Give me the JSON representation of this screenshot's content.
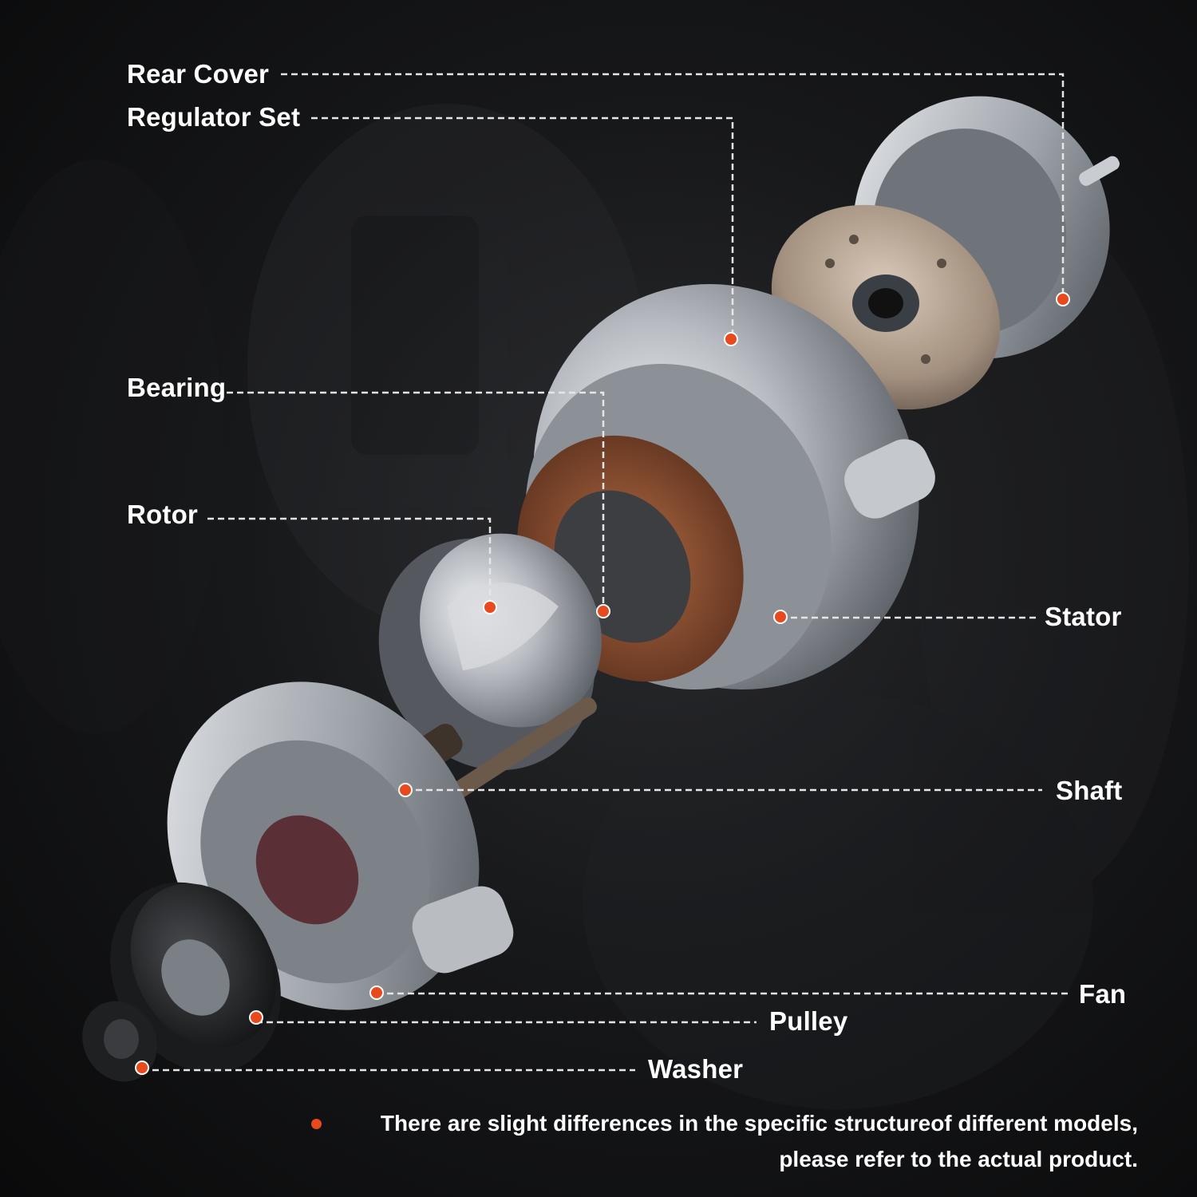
{
  "colors": {
    "accent": "#e8491d",
    "line": "#e6e6e6",
    "text": "#ffffff"
  },
  "labels": {
    "rear_cover": "Rear Cover",
    "regulator_set": "Regulator Set",
    "bearing": "Bearing",
    "rotor": "Rotor",
    "stator": "Stator",
    "shaft": "Shaft",
    "fan": "Fan",
    "pulley": "Pulley",
    "washer": "Washer"
  },
  "note": {
    "line1": "There are slight differences in the specific structureof  different models,",
    "line2": "please refer to the actual product."
  }
}
